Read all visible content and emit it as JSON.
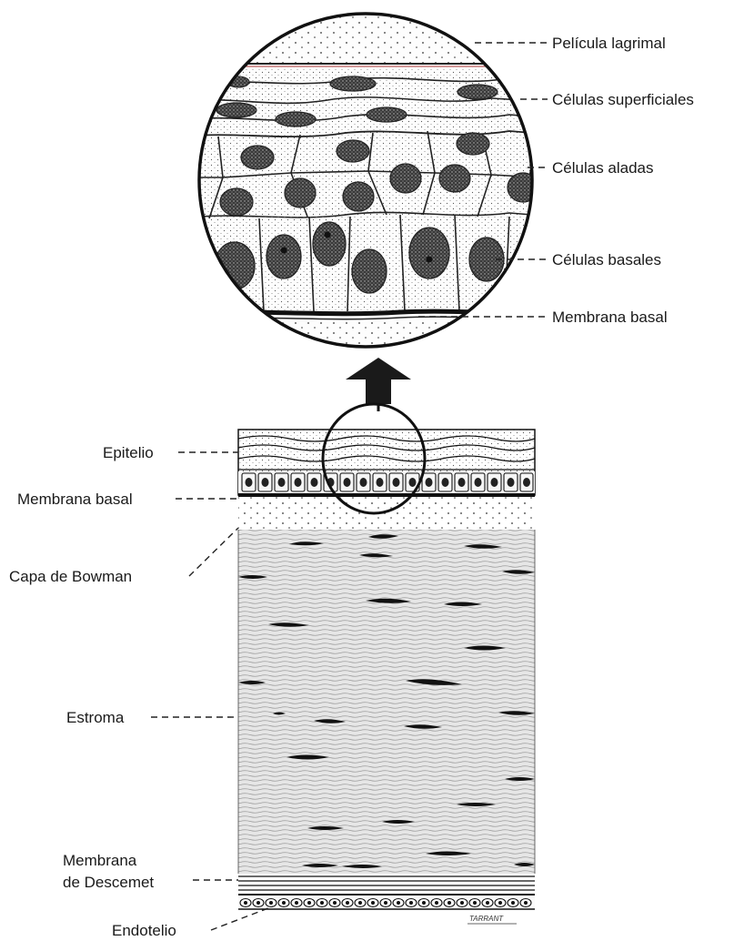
{
  "labels": {
    "pelicula_lagrimal": "Película lagrimal",
    "celulas_superficiales": "Células superficiales",
    "celulas_aladas": "Células aladas",
    "celulas_basales": "Células basales",
    "membrana_basal_top": "Membrana basal",
    "epitelio": "Epitelio",
    "membrana_basal_bottom": "Membrana basal",
    "capa_bowman": "Capa de Bowman",
    "estroma": "Estroma",
    "descemet_line1": "Membrana",
    "descemet_line2": "de Descemet",
    "endotelio": "Endotelio"
  },
  "signature": "TARRANT"
}
